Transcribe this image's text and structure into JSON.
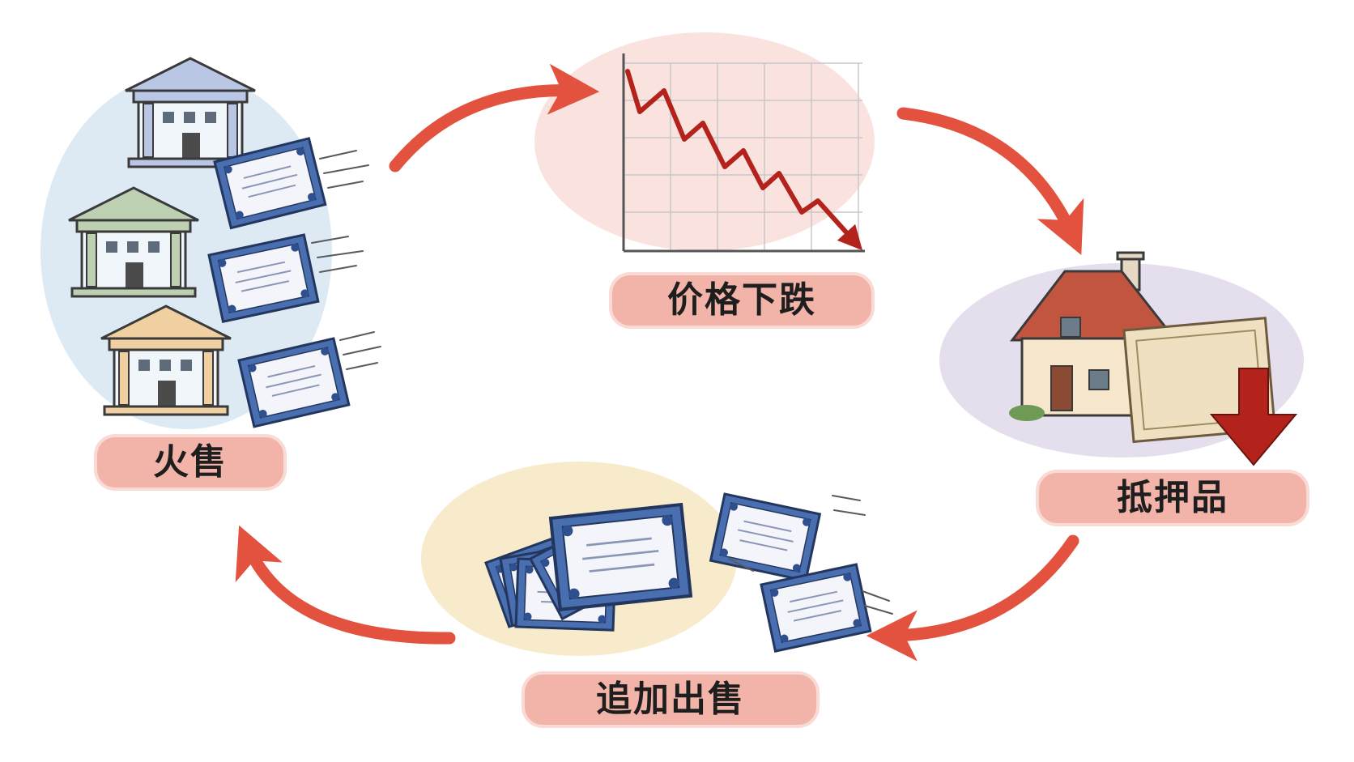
{
  "diagram": {
    "nodes": [
      {
        "id": "fire_sale",
        "label": "火售",
        "icon": "banks-selling-certificates"
      },
      {
        "id": "price_drop",
        "label": "价格下跌",
        "icon": "falling-price-chart"
      },
      {
        "id": "collateral",
        "label": "抵押品",
        "icon": "house-with-deed-value-down"
      },
      {
        "id": "more_sales",
        "label": "追加出售",
        "icon": "pile-of-securities"
      }
    ],
    "edges": [
      {
        "from": "fire_sale",
        "to": "price_drop"
      },
      {
        "from": "price_drop",
        "to": "collateral"
      },
      {
        "from": "collateral",
        "to": "more_sales"
      },
      {
        "from": "more_sales",
        "to": "fire_sale"
      }
    ],
    "colors": {
      "arrow": "#e2523e",
      "label_bg": "#f2b3a8",
      "chart_line": "#b3231c",
      "certificate": "#4a6fb0"
    }
  }
}
